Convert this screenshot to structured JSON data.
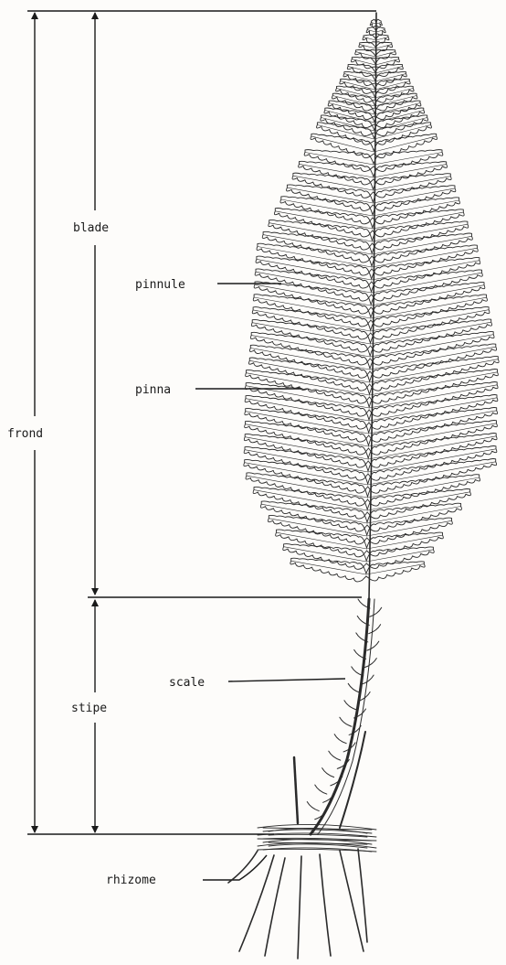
{
  "labels": {
    "frond": "frond",
    "blade": "blade",
    "stipe": "stipe",
    "pinnule": "pinnule",
    "pinna": "pinna",
    "scale": "scale",
    "rhizome": "rhizome"
  },
  "colors": {
    "ink": "#1a1a1a",
    "paper": "#fdfcfa"
  }
}
